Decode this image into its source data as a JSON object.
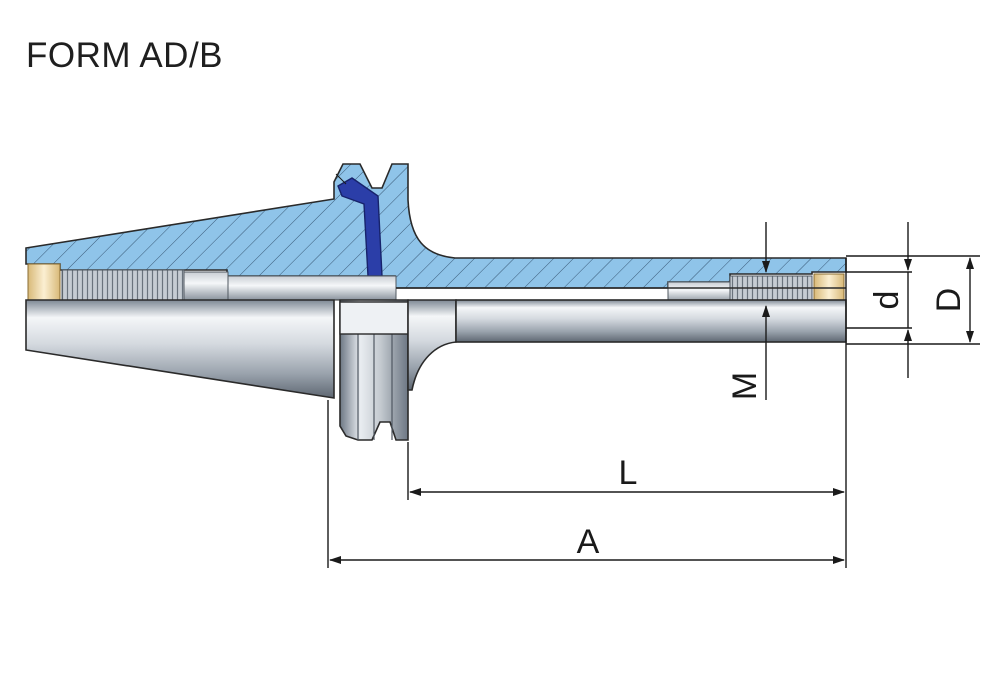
{
  "title": "FORM AD/B",
  "dimensions": {
    "d": "d",
    "D": "D",
    "M": "M",
    "L": "L",
    "A": "A"
  },
  "colors": {
    "section_fill": "#8fc4e9",
    "steel_light": "#eef1f4",
    "steel_dark": "#6d7784",
    "insert_blue": "#2b3ea8",
    "brass": "#f2dcb0",
    "line": "#1a1a1a"
  }
}
